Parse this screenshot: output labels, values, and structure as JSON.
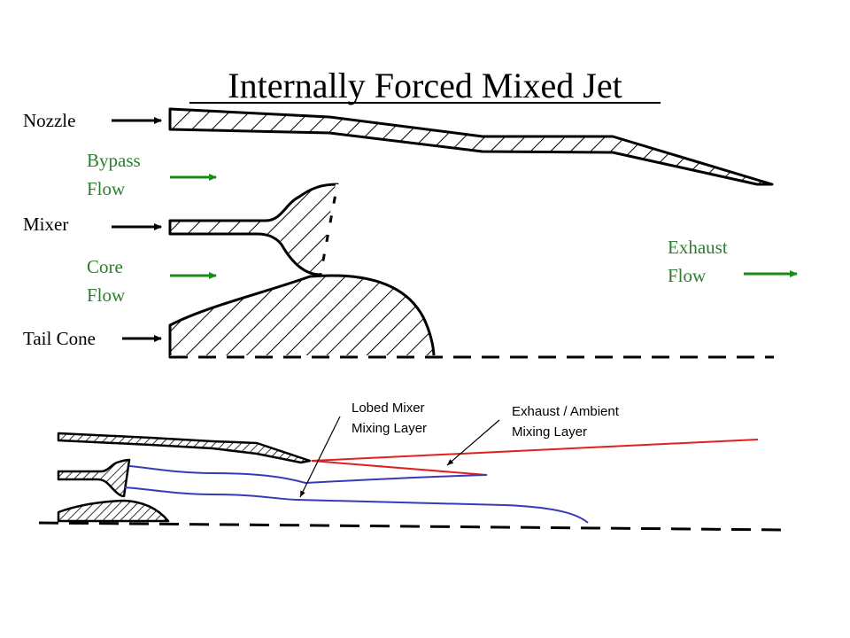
{
  "title": "Internally Forced Mixed Jet",
  "labels": {
    "nozzle": "Nozzle",
    "bypass_line1": "Bypass",
    "bypass_line2": "Flow",
    "mixer": "Mixer",
    "core_line1": "Core",
    "core_line2": "Flow",
    "tail_cone": "Tail Cone",
    "exhaust_line1": "Exhaust",
    "exhaust_line2": "Flow",
    "lobed_line1": "Lobed Mixer",
    "lobed_line2": "Mixing Layer",
    "ambient_line1": "Exhaust / Ambient",
    "ambient_line2": "Mixing Layer"
  },
  "colors": {
    "text": "#000000",
    "flow_label": "#2e7d2e",
    "flow_arrow": "#1a8a1a",
    "exhaust_mixing_layer": "#e02020",
    "lobed_mixing_layer": "#3a3ab8"
  }
}
